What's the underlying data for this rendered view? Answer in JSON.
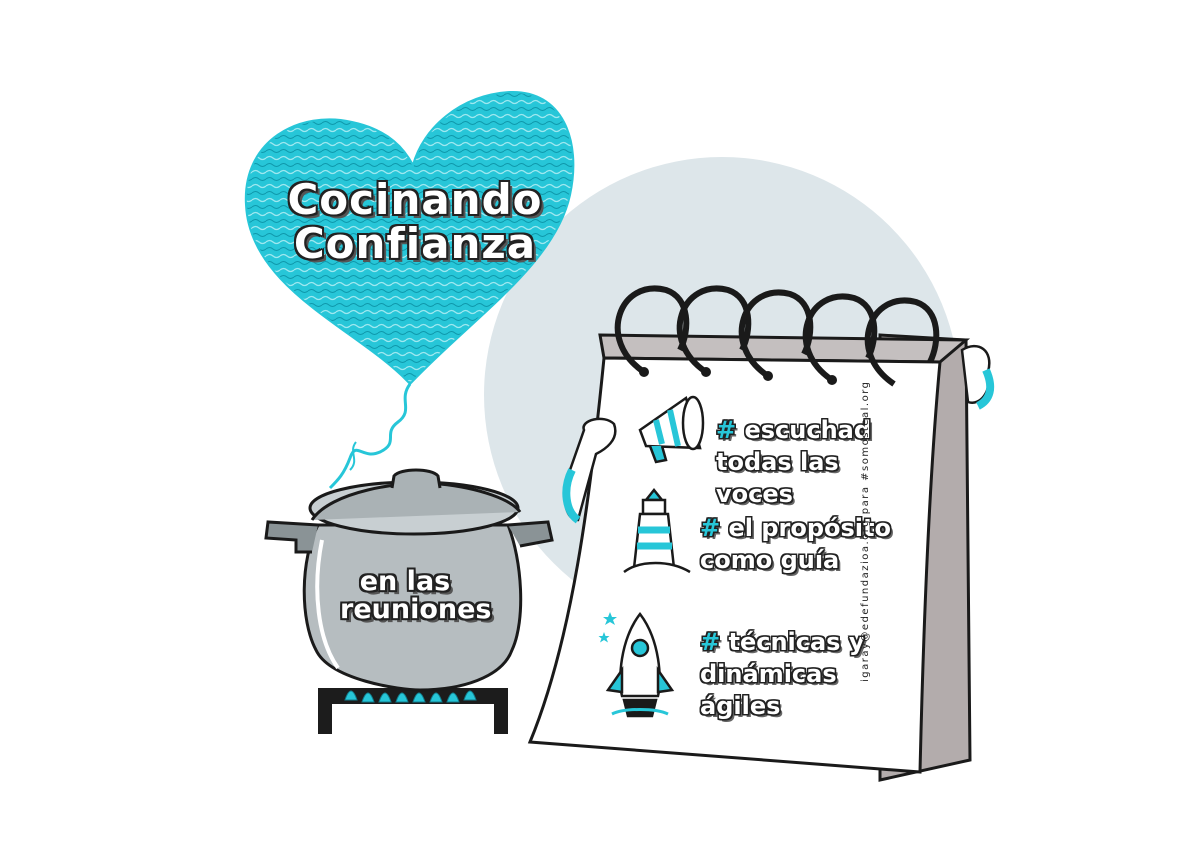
{
  "heart": {
    "line1": "Cocinando",
    "line2": "Confianza"
  },
  "pot": {
    "line1": "en las",
    "line2": "reuniones"
  },
  "calendar": {
    "items": [
      {
        "icon": "megaphone-icon",
        "line1": "escuchad",
        "line2": "todas las voces"
      },
      {
        "icon": "lighthouse-icon",
        "line1": "el propósito",
        "line2": "como guía"
      },
      {
        "icon": "rocket-icon",
        "line1": "técnicas y",
        "line2": "dinámicas ágiles"
      }
    ]
  },
  "hashtag_symbol": "#",
  "credit": "igaray@edefundazioa.org para #somosteal.org",
  "colors": {
    "accent": "#27c6d8",
    "circle": "#dde6ea",
    "pot": "#b6bdc0",
    "paper": "#ffffff",
    "pages": "#b3acac",
    "outline": "#1a1a1a"
  }
}
